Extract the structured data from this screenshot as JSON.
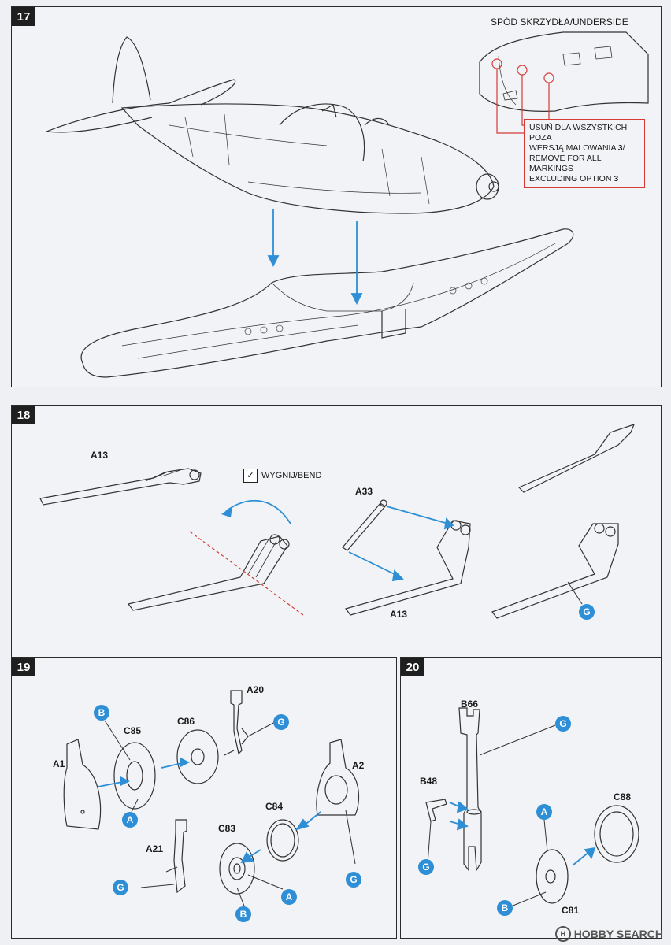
{
  "steps": {
    "s17": {
      "number": "17"
    },
    "s18": {
      "number": "18"
    },
    "s19": {
      "number": "19"
    },
    "s20": {
      "number": "20"
    }
  },
  "step17": {
    "view_title": "SPÓD SKRZYDŁA/UNDERSIDE",
    "note_line1": "USUŃ DLA WSZYSTKICH POZA",
    "note_line2": "WERSJĄ MALOWANIA ",
    "note_line2_num": "3",
    "note_line2_end": "/",
    "note_line3": "REMOVE FOR ALL MARKINGS",
    "note_line4": "EXCLUDING OPTION ",
    "note_line4_num": "3"
  },
  "step18": {
    "bend_label": "WYGNIJ/BEND",
    "part_a13_left": "A13",
    "part_a33": "A33",
    "part_a13_mid": "A13",
    "marker_g": "G"
  },
  "step19": {
    "parts": {
      "A1": "A1",
      "C85": "C85",
      "C86": "C86",
      "A20": "A20",
      "A2": "A2",
      "C84": "C84",
      "C83": "C83",
      "A21": "A21"
    },
    "markers": {
      "b1": "B",
      "a1": "A",
      "g1": "G",
      "g2": "G",
      "g3": "G",
      "a2": "A",
      "b2": "B"
    }
  },
  "step20": {
    "parts": {
      "B66": "B66",
      "B48": "B48",
      "C88": "C88",
      "C81": "C81"
    },
    "markers": {
      "g1": "G",
      "a1": "A",
      "g2": "G",
      "b1": "B"
    }
  },
  "watermark": {
    "text": "HOBBY SEARCH",
    "mark": "H"
  },
  "colors": {
    "accent_blue": "#2e8fd6",
    "note_red": "#d63a35",
    "line": "#333333"
  }
}
